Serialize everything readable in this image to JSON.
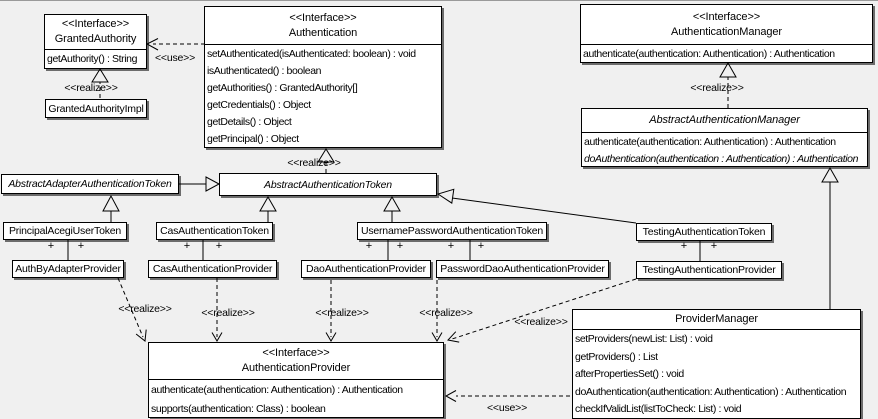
{
  "diagram": {
    "labels": {
      "use": "<<use>>",
      "realize": "<<realize>>",
      "plus": "+"
    }
  },
  "classes": {
    "granted_authority": {
      "stereotype": "<<Interface>>",
      "name": "GrantedAuthority",
      "methods": [
        "getAuthority() : String"
      ]
    },
    "granted_authority_impl": {
      "name": "GrantedAuthorityImpl"
    },
    "authentication": {
      "stereotype": "<<Interface>>",
      "name": "Authentication",
      "methods": [
        "setAuthenticated(isAuthenticated: boolean) : void",
        "isAuthenticated() : boolean",
        "getAuthorities() : GrantedAuthority[]",
        "getCredentials() : Object",
        "getDetails() : Object",
        "getPrincipal() : Object"
      ]
    },
    "authentication_manager": {
      "stereotype": "<<Interface>>",
      "name": "AuthenticationManager",
      "methods": [
        "authenticate(authentication: Authentication) : Authentication"
      ]
    },
    "abstract_authentication_manager": {
      "name": "AbstractAuthenticationManager",
      "methods": [
        "authenticate(authentication: Authentication) : Authentication",
        "doAuthentication(authentication : Authentication) : Authentication"
      ]
    },
    "abstract_adapter_authentication_token": {
      "name": "AbstractAdapterAuthenticationToken"
    },
    "abstract_authentication_token": {
      "name": "AbstractAuthenticationToken"
    },
    "principal_acegi_user_token": {
      "name": "PrincipalAcegiUserToken"
    },
    "cas_authentication_token": {
      "name": "CasAuthenticationToken"
    },
    "username_password_authentication_token": {
      "name": "UsernamePasswordAuthenticationToken"
    },
    "testing_authentication_token": {
      "name": "TestingAuthenticationToken"
    },
    "auth_by_adapter_provider": {
      "name": "AuthByAdapterProvider"
    },
    "cas_authentication_provider": {
      "name": "CasAuthenticationProvider"
    },
    "dao_authentication_provider": {
      "name": "DaoAuthenticationProvider"
    },
    "password_dao_authentication_provider": {
      "name": "PasswordDaoAuthenticationProvider"
    },
    "testing_authentication_provider": {
      "name": "TestingAuthenticationProvider"
    },
    "authentication_provider": {
      "stereotype": "<<Interface>>",
      "name": "AuthenticationProvider",
      "methods": [
        "authenticate(authentication: Authentication) : Authentication",
        "supports(authentication: Class) : boolean"
      ]
    },
    "provider_manager": {
      "name": "ProviderManager",
      "methods": [
        "setProviders(newList: List) : void",
        "getProviders() : List",
        "afterPropertiesSet() : void",
        "doAuthentication(authentication: Authentication) : Authentication",
        "checkIfValidList(listToCheck: List) : void"
      ]
    }
  }
}
